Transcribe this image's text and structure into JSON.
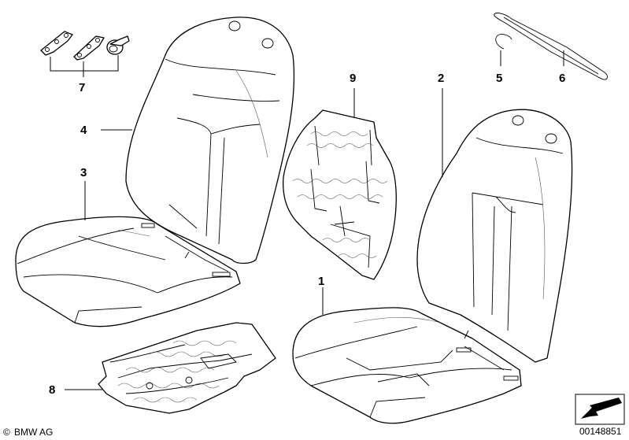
{
  "callouts": {
    "c1": "1",
    "c2": "2",
    "c3": "3",
    "c4": "4",
    "c5": "5",
    "c6": "6",
    "c7": "7",
    "c8": "8",
    "c9": "9"
  },
  "footer": {
    "brand": "BMW AG",
    "copyright_symbol": "©",
    "diagram_number": "00148851"
  },
  "icons": {
    "orientation": "direction-arrow-icon"
  },
  "colors": {
    "line": "#000000",
    "background": "#ffffff"
  }
}
